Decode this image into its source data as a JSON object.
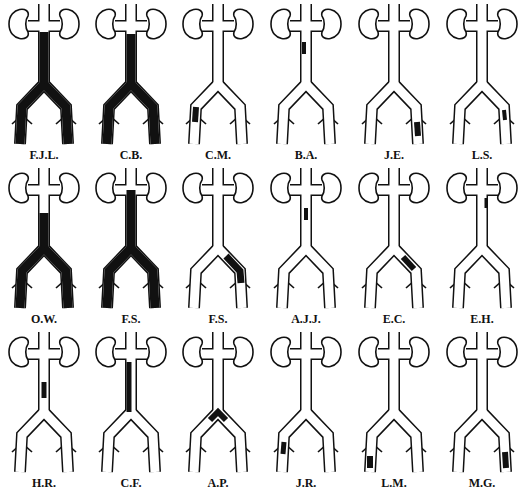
{
  "diagram": {
    "labels": [
      "F.J.L.",
      "C.B.",
      "C.M.",
      "B.A.",
      "J.E.",
      "L.S.",
      "O.W.",
      "F.S.",
      "F.S.",
      "A.J.J.",
      "E.C.",
      "E.H.",
      "H.R.",
      "C.F.",
      "A.P.",
      "J.R.",
      "L.M.",
      "M.G."
    ]
  }
}
